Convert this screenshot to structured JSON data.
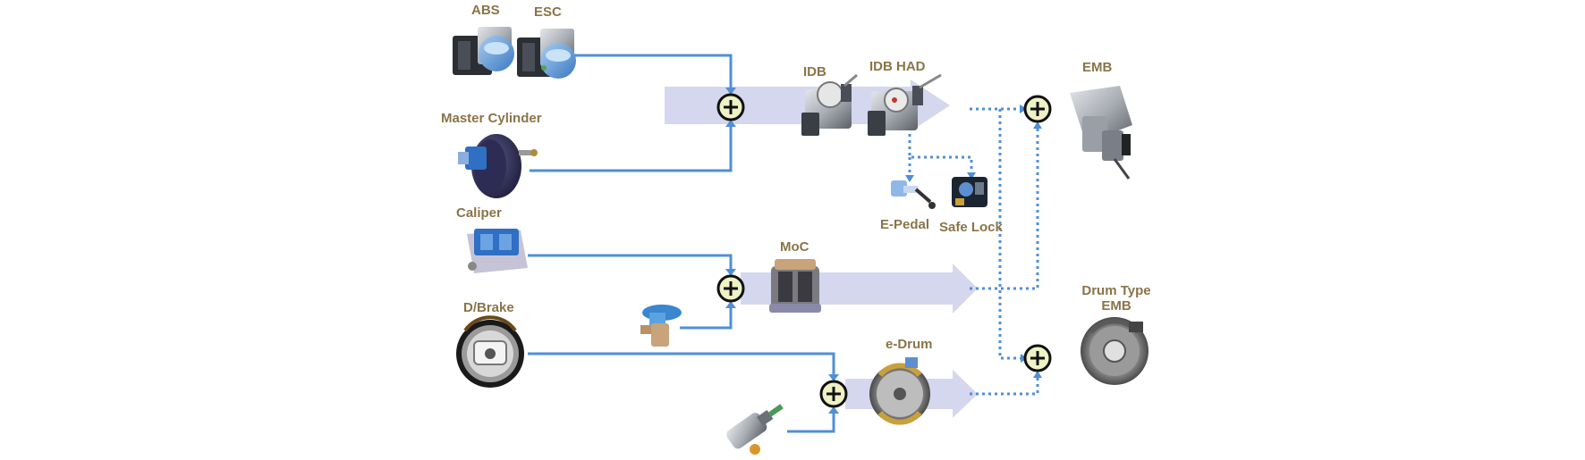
{
  "labels": {
    "abs": "ABS",
    "esc": "ESC",
    "master_cylinder": "Master Cylinder",
    "caliper": "Caliper",
    "d_brake": "D/Brake",
    "idb": "IDB",
    "idb_had": "IDB HAD",
    "e_pedal": "E-Pedal",
    "safe_lock": "Safe Lock",
    "moc": "MoC",
    "e_drum": "e-Drum",
    "emb": "EMB",
    "drum_type_emb_line1": "Drum Type",
    "drum_type_emb_line2": "EMB"
  },
  "colors": {
    "label": "#8a7448",
    "connector": "#4f8fd6",
    "flow_arrow": "#d4d7ee",
    "combine_fill": "#eef2c4"
  }
}
